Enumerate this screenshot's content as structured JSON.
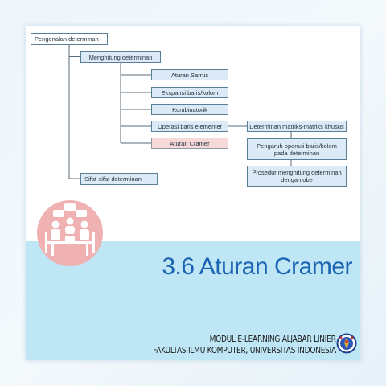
{
  "diagram": {
    "root": "Pengenalan determinan",
    "menghitung": "Menghitung determinan",
    "methods": [
      "Aturan Sarrus",
      "Ekspansi baris/kolom",
      "Kombinatorik",
      "Operasi baris elementer",
      "Aturan Cramer"
    ],
    "obe_children": [
      "Determinan matriks-matriks khusus",
      "Pengaruh operasi baris/kolom pada determinan",
      "Prosedur menghitung determinan dengan obe"
    ],
    "sifat": "Sifat-sifat determinan",
    "active_method": "Aturan Cramer"
  },
  "section": {
    "title": "3.6 Aturan Cramer",
    "icon": "meeting-people-icon"
  },
  "footer": {
    "line1": "MODUL E-LEARNING ALJABAR LINIER",
    "line2": "FAKULTAS ILMU KOMPUTER, UNIVERSITAS INDONESIA",
    "logo": "university-seal-icon"
  },
  "colors": {
    "accent_blue": "#1b63b3",
    "band_blue": "#bfe6f5",
    "node_fill": "#dbeaf6",
    "active_fill": "#f6d9d8",
    "icon_circle": "#efb1b2"
  }
}
